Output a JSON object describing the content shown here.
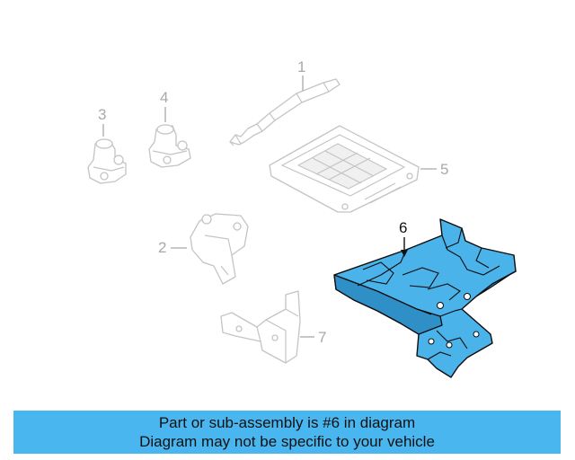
{
  "diagram": {
    "callouts": [
      {
        "id": "1",
        "label": "1"
      },
      {
        "id": "2",
        "label": "2"
      },
      {
        "id": "3",
        "label": "3"
      },
      {
        "id": "4",
        "label": "4"
      },
      {
        "id": "5",
        "label": "5"
      },
      {
        "id": "6",
        "label": "6"
      },
      {
        "id": "7",
        "label": "7"
      }
    ],
    "highlighted_part": "6",
    "highlight_color": "#4ab3ea"
  },
  "banner": {
    "line1": "Part or sub-assembly is #6 in diagram",
    "line2": "Diagram may not be specific to your vehicle",
    "background": "#4ab6ef"
  }
}
